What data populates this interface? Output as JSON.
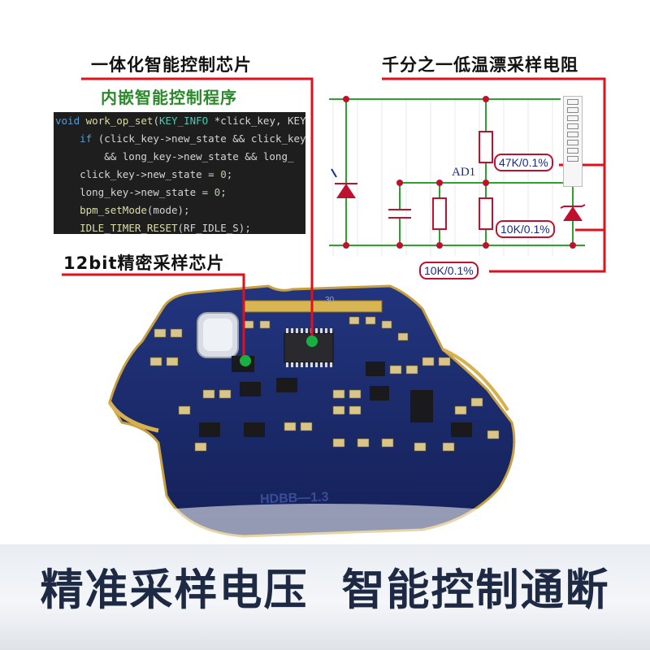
{
  "labels": {
    "chip_integrated": "一体化智能控制芯片",
    "embedded_program": "内嵌智能控制程序",
    "resistor": "千分之一低温漂采样电阻",
    "adc_chip": "12bit精密采样芯片"
  },
  "code_lines": [
    [
      {
        "c": "kw",
        "t": "void "
      },
      {
        "c": "fn",
        "t": "work_op_set"
      },
      {
        "c": "tx",
        "t": "("
      },
      {
        "c": "ty",
        "t": "KEY_INFO"
      },
      {
        "c": "tx",
        "t": " *click_key, KEY_"
      }
    ],
    [
      {
        "c": "tx",
        "t": "    "
      },
      {
        "c": "kw",
        "t": "if"
      },
      {
        "c": "tx",
        "t": " (click_key->new_state && click_key-"
      }
    ],
    [
      {
        "c": "tx",
        "t": "        && long_key->new_state && long_"
      }
    ],
    [
      {
        "c": "tx",
        "t": "    click_key->new_state = "
      },
      {
        "c": "nm",
        "t": "0"
      },
      {
        "c": "tx",
        "t": ";"
      }
    ],
    [
      {
        "c": "tx",
        "t": "    long_key->new_state = "
      },
      {
        "c": "nm",
        "t": "0"
      },
      {
        "c": "tx",
        "t": ";"
      }
    ],
    [
      {
        "c": "tx",
        "t": "    "
      },
      {
        "c": "fn",
        "t": "bpm_setMode"
      },
      {
        "c": "tx",
        "t": "(mode);"
      }
    ],
    [
      {
        "c": "tx",
        "t": "    "
      },
      {
        "c": "fn",
        "t": "IDLE_TIMER_RESET"
      },
      {
        "c": "tx",
        "t": "(RF_IDLE_S);"
      }
    ]
  ],
  "schematic": {
    "net_label": "AD1",
    "r_top": "47K/0.1%",
    "r_right": "10K/0.1%",
    "r_bottom": "10K/0.1%"
  },
  "board": {
    "silkscreen": "HDBB—1.3",
    "mark_30": "30"
  },
  "banner": {
    "left": "精准采样电压",
    "right": "智能控制通断"
  },
  "colors": {
    "accent_red": "#e0101c",
    "pcb_blue": "#1a2a6e",
    "marker_green": "#18b040",
    "banner_text": "#1e2a44"
  }
}
